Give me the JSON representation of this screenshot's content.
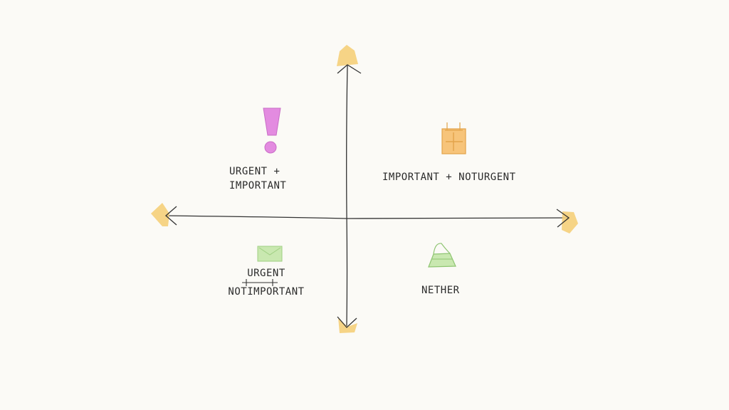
{
  "quadrants": {
    "top_left": {
      "line1": "URGENT +",
      "line2": "IMPORTANT",
      "icon": "exclamation-icon",
      "color": "#e38be0"
    },
    "top_right": {
      "text": "IMPORTANT + NOTURGENT",
      "icon": "calendar-icon",
      "color": "#f1b55a"
    },
    "bottom_left": {
      "line1": "URGENT",
      "line2": "NOTIMPORTANT",
      "icon": "envelope-icon",
      "color": "#bfe3a4"
    },
    "bottom_right": {
      "text": "NETHER",
      "icon": "bag-icon",
      "color": "#c9e8b0"
    }
  },
  "colors": {
    "background": "#fbfaf6",
    "axis": "#333333",
    "arrowhead": "#f5cf7a"
  }
}
